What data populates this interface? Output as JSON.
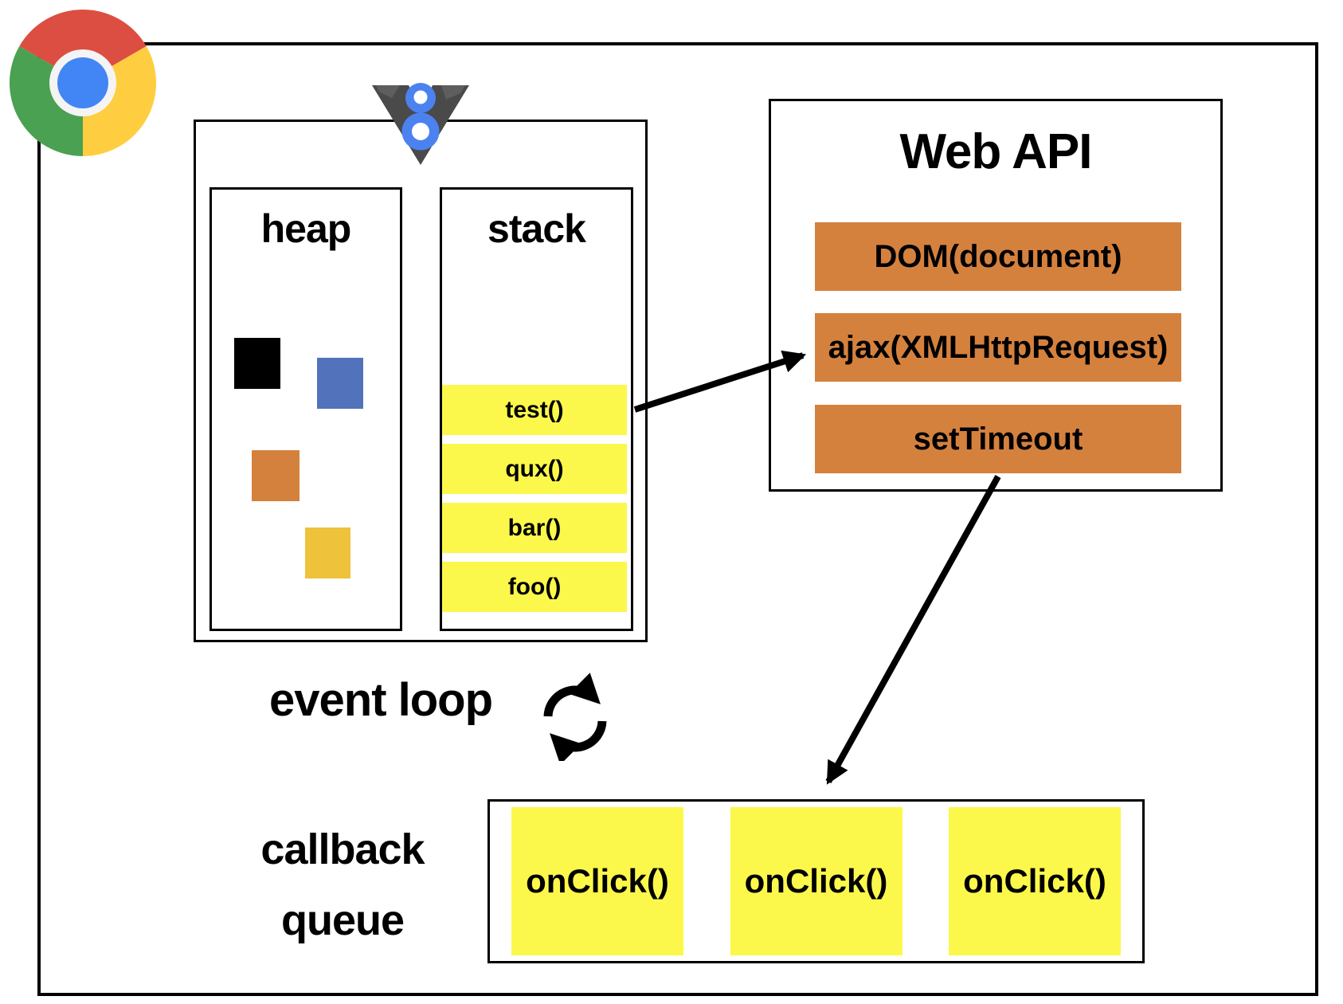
{
  "page": {
    "background": "#ffffff",
    "border_color": "#000000"
  },
  "chrome_logo": {
    "name": "Google Chrome",
    "colors": {
      "red": "#DC4E41",
      "yellow": "#FFCD40",
      "green": "#4AA152",
      "blue": "#4285F4",
      "ring": "#F4F4F4"
    }
  },
  "v8_logo": {
    "name": "V8",
    "colors": {
      "v": "#4A4A4A",
      "eight": "#4C82F0"
    }
  },
  "engine": {
    "heap": {
      "title": "heap",
      "squares": [
        {
          "color": "#000000"
        },
        {
          "color": "#5272BC"
        },
        {
          "color": "#D5813E"
        },
        {
          "color": "#EFC23C"
        }
      ]
    },
    "stack": {
      "title": "stack",
      "frame_color": "#FBF84B",
      "frames": [
        "test()",
        "qux()",
        "bar()",
        "foo()"
      ]
    }
  },
  "web_api": {
    "title": "Web API",
    "bar_color": "#D5813E",
    "items": [
      "DOM(document)",
      "ajax(XMLHttpRequest)",
      "setTimeout"
    ]
  },
  "event_loop": {
    "label": "event loop"
  },
  "callback_queue": {
    "label_line1": "callback",
    "label_line2": "queue",
    "item_color": "#FBF84B",
    "items": [
      "onClick()",
      "onClick()",
      "onClick()"
    ]
  }
}
